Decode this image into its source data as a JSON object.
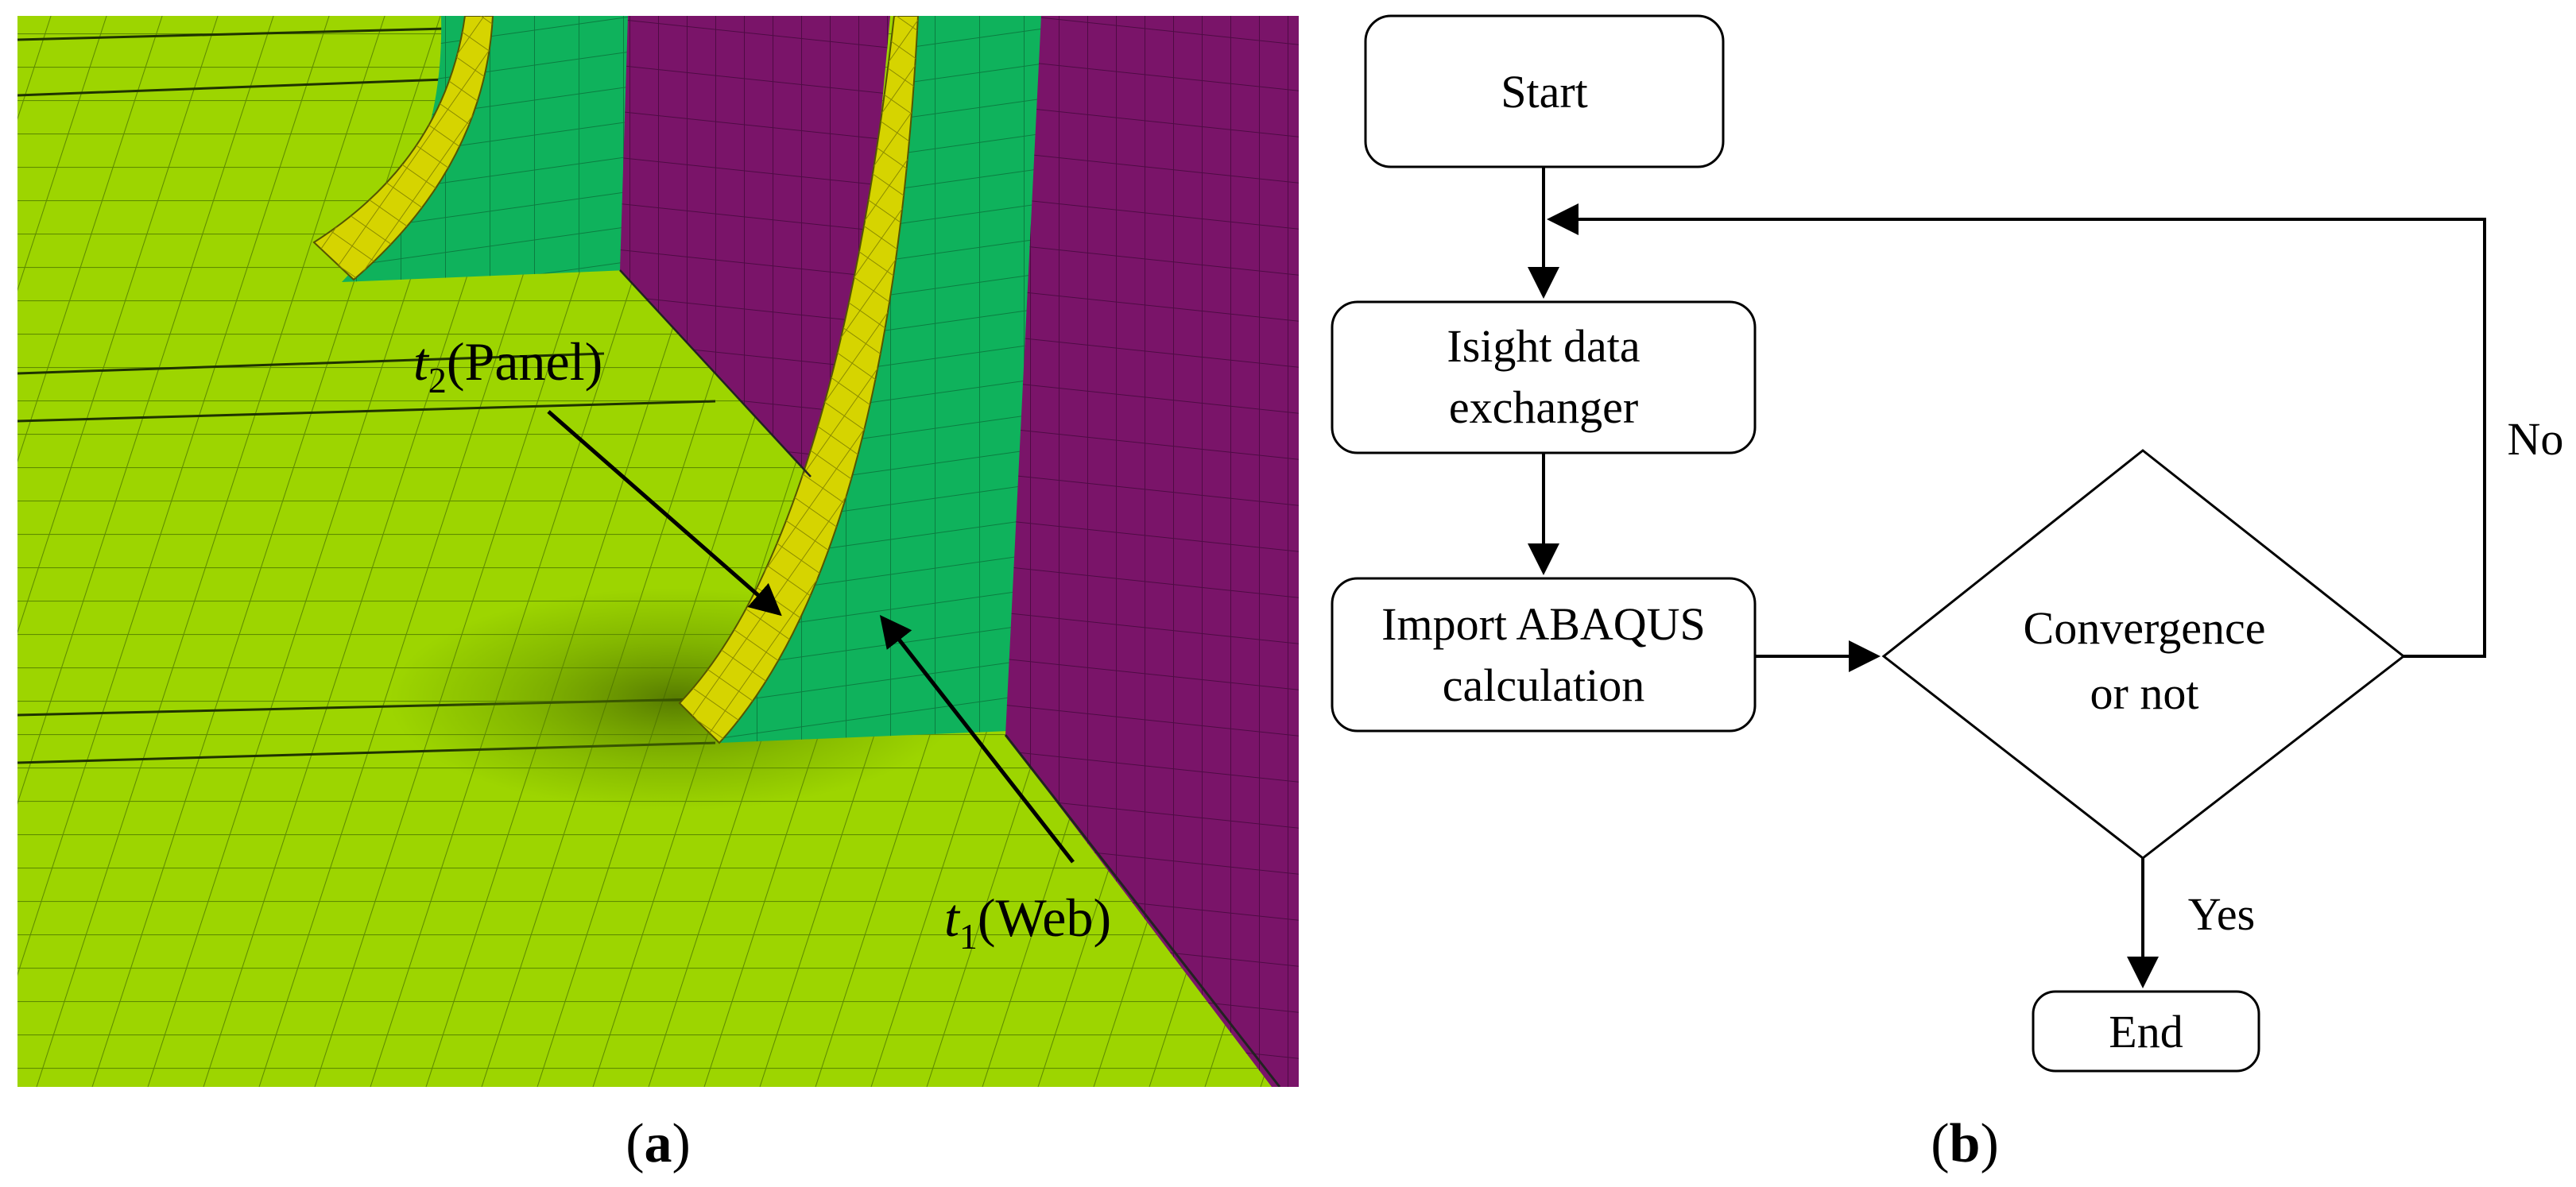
{
  "panel_a": {
    "caption": {
      "open": "(",
      "letter": "a",
      "close": ")"
    },
    "label_panel": {
      "symbol": "t",
      "sub": "2",
      "text": "(Panel)"
    },
    "label_web": {
      "symbol": "t",
      "sub": "1",
      "text": "(Web)"
    },
    "colors": {
      "base": "#9dd500",
      "mesh": "#5d8a00",
      "green": "#0fb25c",
      "purple": "#7a1469",
      "yellow": "#d6d400",
      "outline": "#333333"
    }
  },
  "panel_b": {
    "caption": {
      "open": "(",
      "letter": "b",
      "close": ")"
    },
    "nodes": {
      "start": "Start",
      "isight_line1": "Isight data",
      "isight_line2": "exchanger",
      "import_line1": "Import ABAQUS",
      "import_line2": "calculation",
      "convergence_line1": "Convergence",
      "convergence_line2": "or not",
      "end": "End"
    },
    "edge_labels": {
      "no": "No",
      "yes": "Yes"
    }
  }
}
